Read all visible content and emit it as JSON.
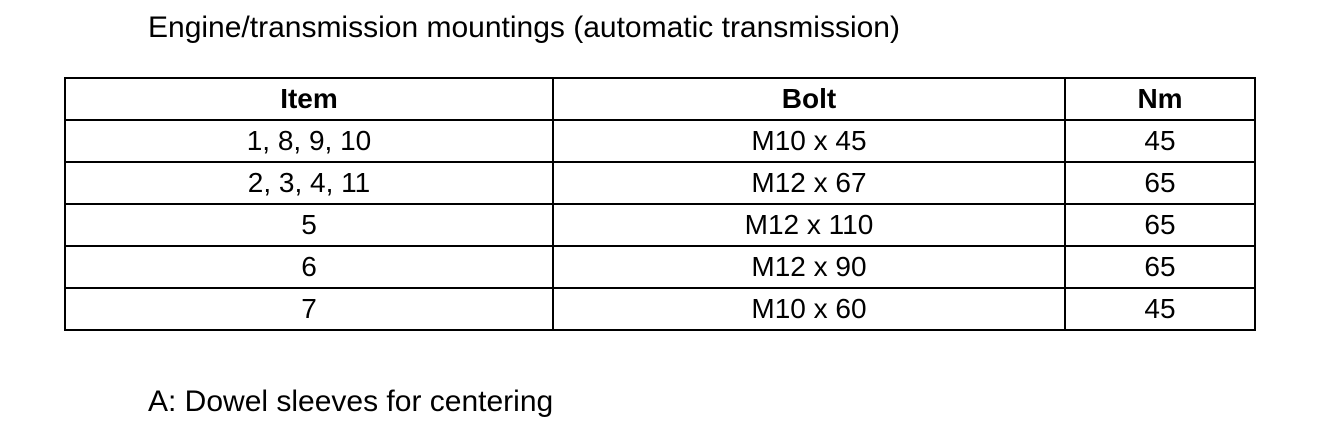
{
  "title": "Engine/transmission mountings (automatic transmission)",
  "table": {
    "headers": [
      "Item",
      "Bolt",
      "Nm"
    ],
    "rows": [
      [
        "1, 8, 9, 10",
        "M10 x 45",
        "45"
      ],
      [
        "2, 3, 4, 11",
        "M12 x 67",
        "65"
      ],
      [
        "5",
        "M12 x 110",
        "65"
      ],
      [
        "6",
        "M12 x 90",
        "65"
      ],
      [
        "7",
        "M10 x 60",
        "45"
      ]
    ]
  },
  "note": "A: Dowel sleeves for centering"
}
